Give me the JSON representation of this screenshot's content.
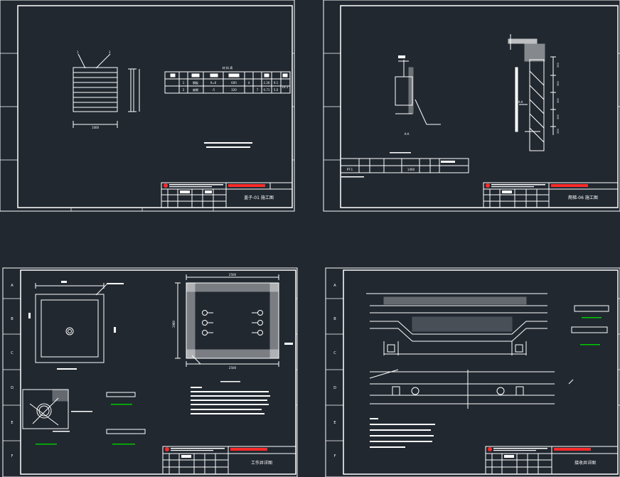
{
  "colors": {
    "background": "#212830",
    "line": "#ffffff",
    "accent_red": "#ff2a2a",
    "accent_green": "#00c800"
  },
  "icons": {
    "title_block_logo": "red-seal-icon"
  },
  "sheets": [
    {
      "id": "sheet-1",
      "title_block_title": "盖子-01 施工图",
      "drawing": {
        "dim_width": "1000",
        "leader_marks": [
          "1",
          "2"
        ],
        "table_title": "材 料 表",
        "table_rows": [
          [
            "1",
            "钢板",
            "δ=6",
            "600",
            "4",
            "2.26",
            "9.1",
            "14.1"
          ],
          [
            "2",
            "扁钢",
            "-5",
            "320",
            "7",
            "0.71",
            "5.0",
            ""
          ]
        ]
      }
    },
    {
      "id": "sheet-2",
      "title_block_title": "爬梯-06 施工图",
      "drawing": {
        "section_label": "A-A",
        "side_label": "A-A",
        "table_first_cell": "PT-1",
        "table_value": "1400",
        "dims": [
          "200",
          "300",
          "300",
          "300",
          "200"
        ]
      }
    },
    {
      "id": "sheet-3",
      "title_block_title": "工作井详图",
      "drawing": {
        "dim_top": "2500",
        "dim_bottom": "2500",
        "dim_height": "1980"
      }
    },
    {
      "id": "sheet-4",
      "title_block_title": "接收井详图",
      "drawing": {}
    }
  ],
  "frame_row_letters": [
    "A",
    "B",
    "C",
    "D",
    "E",
    "F"
  ]
}
